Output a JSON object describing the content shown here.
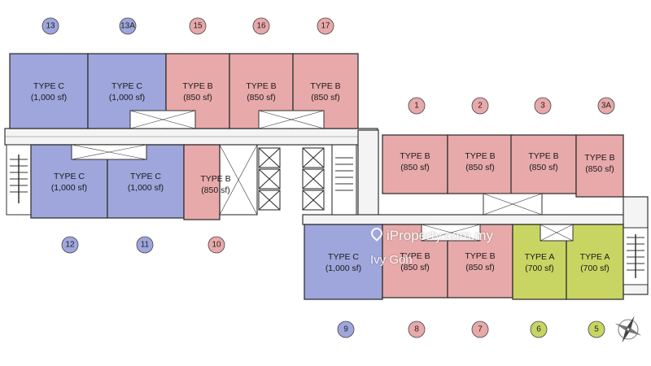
{
  "units": [
    {
      "id": "13",
      "type": "TYPE C",
      "size": "(1,000 sf)",
      "color": "#9ea6dc"
    },
    {
      "id": "13A",
      "type": "TYPE C",
      "size": "(1,000 sf)",
      "color": "#9ea6dc"
    },
    {
      "id": "15",
      "type": "TYPE B",
      "size": "(850 sf)",
      "color": "#e8a9aa"
    },
    {
      "id": "16",
      "type": "TYPE B",
      "size": "(850 sf)",
      "color": "#e8a9aa"
    },
    {
      "id": "17",
      "type": "TYPE B",
      "size": "(850 sf)",
      "color": "#e8a9aa"
    },
    {
      "id": "12",
      "type": "TYPE C",
      "size": "(1,000 sf)",
      "color": "#9ea6dc"
    },
    {
      "id": "11",
      "type": "TYPE C",
      "size": "(1,000 sf)",
      "color": "#9ea6dc"
    },
    {
      "id": "10",
      "type": "TYPE B",
      "size": "(850 sf)",
      "color": "#e8a9aa"
    },
    {
      "id": "1",
      "type": "TYPE B",
      "size": "(850 sf)",
      "color": "#e8a9aa"
    },
    {
      "id": "2",
      "type": "TYPE B",
      "size": "(850 sf)",
      "color": "#e8a9aa"
    },
    {
      "id": "3",
      "type": "TYPE B",
      "size": "(850 sf)",
      "color": "#e8a9aa"
    },
    {
      "id": "3A",
      "type": "TYPE B",
      "size": "(850 sf)",
      "color": "#e8a9aa"
    },
    {
      "id": "9",
      "type": "TYPE C",
      "size": "(1,000 sf)",
      "color": "#9ea6dc"
    },
    {
      "id": "8",
      "type": "TYPE B",
      "size": "(850 sf)",
      "color": "#e8a9aa"
    },
    {
      "id": "7",
      "type": "TYPE B",
      "size": "(850 sf)",
      "color": "#e8a9aa"
    },
    {
      "id": "6",
      "type": "TYPE A",
      "size": "(700 sf)",
      "color": "#c9d562"
    },
    {
      "id": "5",
      "type": "TYPE A",
      "size": "(700 sf)",
      "color": "#c9d562"
    }
  ],
  "watermark": {
    "site": "iProperty.com.my",
    "agent": "Ivy Goh"
  },
  "icons": [
    "compass-icon",
    "location-pin-icon"
  ]
}
